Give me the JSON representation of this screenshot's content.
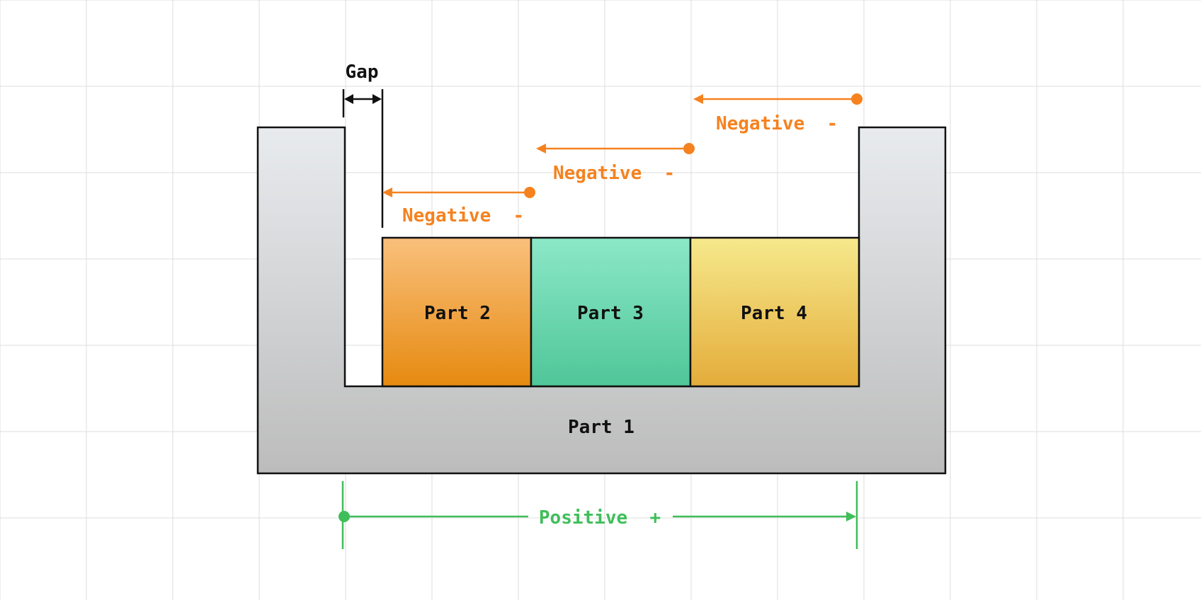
{
  "labels": {
    "gap": "Gap",
    "part1": "Part 1",
    "part2": "Part 2",
    "part3": "Part 3",
    "part4": "Part 4",
    "negative1": "Negative  -",
    "negative2": "Negative  -",
    "negative3": "Negative  -",
    "positive": "Positive  +"
  },
  "colors": {
    "background": "#ffffff",
    "grid": "#dcdcdc",
    "outline": "#111111",
    "negative": "#f5821f",
    "positive": "#3fbe5a",
    "part1_top": "#e8ebee",
    "part1_bottom": "#bcbcbc",
    "part2_top": "#f9c07c",
    "part2_bottom": "#e68a10",
    "part3_top": "#8ce8c8",
    "part3_bottom": "#4fc698",
    "part4_top": "#f6e98c",
    "part4_bottom": "#e4ac3a"
  }
}
